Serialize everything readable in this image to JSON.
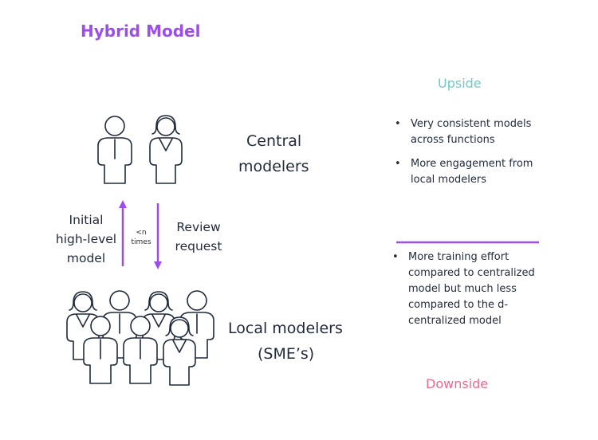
{
  "title": "Hybrid Model",
  "central": {
    "line1": "Central",
    "line2": "modelers"
  },
  "local": {
    "line1": "Local modelers",
    "line2": "(SME’s)"
  },
  "left_flow": {
    "line1": "Initial",
    "line2": "high-level",
    "line3": "model"
  },
  "mid_flow": {
    "line1": "<n",
    "line2": "times"
  },
  "right_flow": {
    "line1": "Review",
    "line2": "request"
  },
  "upside": {
    "heading": "Upside",
    "items": [
      "Very consistent models across functions",
      "More engagement from local modelers"
    ]
  },
  "downside": {
    "heading": "Downside",
    "items": [
      "More training effort compared to centralized model but much less compared to the d-centralized model"
    ]
  },
  "colors": {
    "title": "#9b4dee",
    "arrows": "#9b4dee",
    "divider": "#9b4dee",
    "upside": "#6ecbc9",
    "downside": "#ec6a8e",
    "text": "#1f2a3a"
  },
  "icons": [
    "male-person-icon",
    "female-person-icon",
    "up-arrow",
    "down-arrow"
  ]
}
